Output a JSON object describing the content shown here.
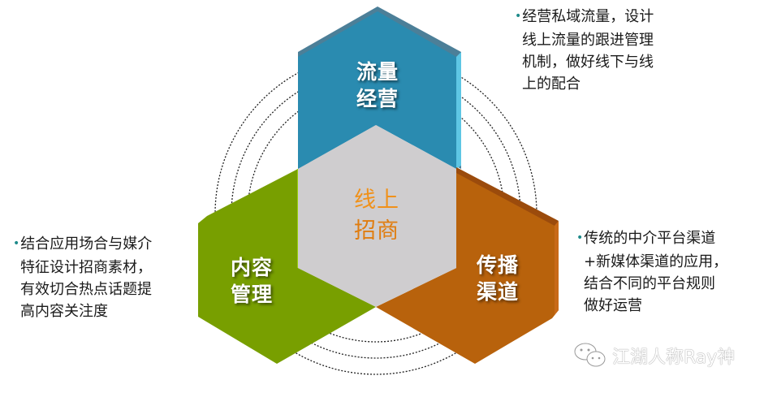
{
  "diagram": {
    "center": {
      "label_line1": "线上",
      "label_line2": "招商",
      "color": "#cfcdcf",
      "text_color": "#f0911a"
    },
    "segments": [
      {
        "id": "traffic",
        "line1": "流量",
        "line2": "经营",
        "color": "#2a8bb0",
        "note": {
          "lines": [
            "经营私域流量，设计",
            "线上流量的跟进管理",
            "机制，做好线下与线",
            "上的配合"
          ]
        }
      },
      {
        "id": "content",
        "line1": "内容",
        "line2": "管理",
        "color": "#789f00",
        "note": {
          "lines": [
            "结合应用场合与媒介",
            "特征设计招商素材，",
            "有效切合热点话题提",
            "高内容关注度"
          ]
        }
      },
      {
        "id": "channel",
        "line1": "传播",
        "line2": "渠道",
        "color": "#b8620c",
        "note": {
          "lines": [
            "传统的中介平台渠道",
            "+新媒体渠道的应用，",
            "结合不同的平台规则",
            "做好运营"
          ]
        }
      }
    ],
    "bullet": "•"
  },
  "watermark": {
    "text": "江湖人称Ray神",
    "icon": "wechat-icon"
  }
}
